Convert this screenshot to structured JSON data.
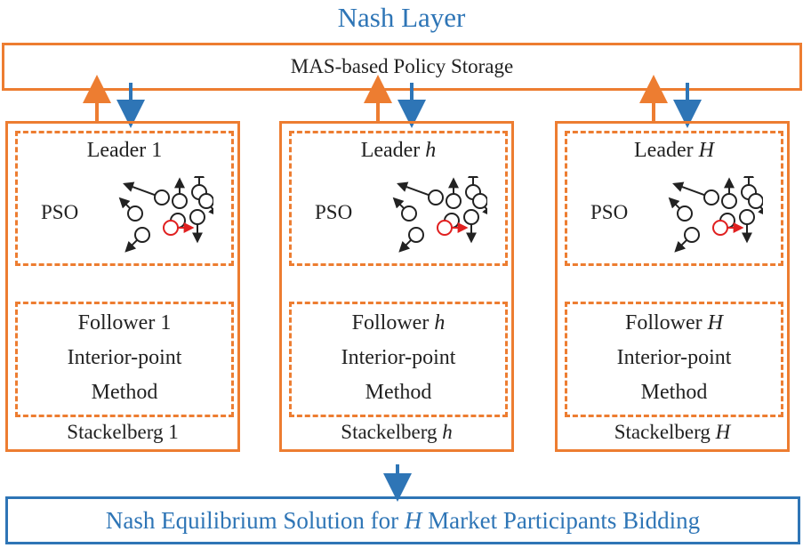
{
  "title": "Nash Layer",
  "storage_label": "MAS-based Policy Storage",
  "colors": {
    "orange": "#ed7d31",
    "blue": "#2e75b6",
    "red": "#e02020",
    "ink": "#222222"
  },
  "games": [
    {
      "leader_prefix": "Leader ",
      "leader_var": "",
      "leader_num": "1",
      "method": "PSO",
      "follower_prefix": "Follower ",
      "follower_var": "",
      "follower_num": "1",
      "follower_method_1": "Interior-point",
      "follower_method_2": "Method",
      "label_prefix": "Stackelberg ",
      "label_var": "",
      "label_num": "1"
    },
    {
      "leader_prefix": "Leader ",
      "leader_var": "h",
      "leader_num": "",
      "method": "PSO",
      "follower_prefix": "Follower ",
      "follower_var": "h",
      "follower_num": "",
      "follower_method_1": "Interior-point",
      "follower_method_2": "Method",
      "label_prefix": "Stackelberg ",
      "label_var": "h",
      "label_num": ""
    },
    {
      "leader_prefix": "Leader ",
      "leader_var": "H",
      "leader_num": "",
      "method": "PSO",
      "follower_prefix": "Follower ",
      "follower_var": "H",
      "follower_num": "",
      "follower_method_1": "Interior-point",
      "follower_method_2": "Method",
      "label_prefix": "Stackelberg ",
      "label_var": "H",
      "label_num": ""
    }
  ],
  "result": {
    "prefix": "Nash Equilibrium Solution for ",
    "var": "H",
    "suffix": " Market Participants Bidding"
  }
}
